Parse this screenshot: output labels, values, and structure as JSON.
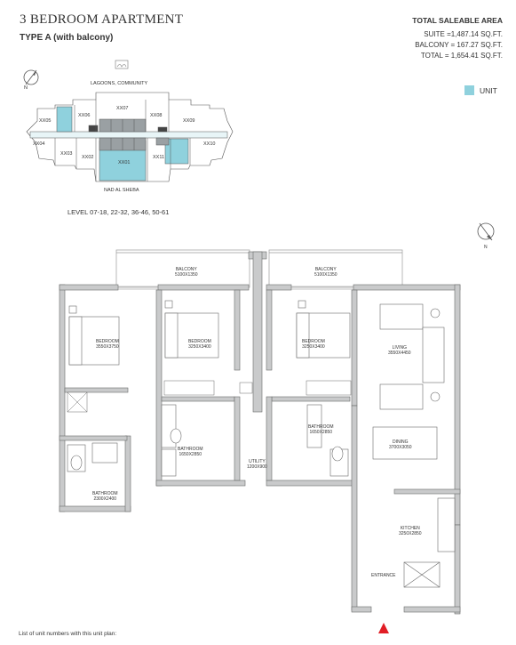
{
  "header": {
    "title": "3 BEDROOM APARTMENT",
    "subtitle": "TYPE A (with balcony)"
  },
  "area": {
    "heading": "TOTAL SALEABLE AREA",
    "suite": "SUITE =1,487.14 SQ.FT.",
    "balcony": "BALCONY = 167.27 SQ.FT.",
    "total": "TOTAL = 1,654.41 SQ.FT."
  },
  "legend": {
    "unit_label": "UNIT",
    "unit_color": "#8fd1dd"
  },
  "keyplan": {
    "top_label": "LAGOONS, COMMUNITY",
    "bottom_label": "NAD AL SHEBA",
    "units": [
      "XX05",
      "XX06",
      "XX07",
      "XX08",
      "XX09",
      "XX04",
      "XX03",
      "XX02",
      "XX01",
      "XX11",
      "XX10"
    ],
    "levels": "LEVEL 07-18, 22-32, 36-46, 50-61",
    "compass_n": "N"
  },
  "plan": {
    "compass_n": "N",
    "balcony_1": {
      "name": "BALCONY",
      "size": "5100X1350"
    },
    "balcony_2": {
      "name": "BALCONY",
      "size": "5100X1350"
    },
    "bedroom_1": {
      "name": "BEDROOM",
      "size": "3550X3750"
    },
    "bedroom_2": {
      "name": "BEDROOM",
      "size": "3250X3400"
    },
    "bedroom_3": {
      "name": "BEDROOM",
      "size": "3250X3400"
    },
    "living": {
      "name": "LIVING",
      "size": "3550X4450"
    },
    "dining": {
      "name": "DINING",
      "size": "3700X3050"
    },
    "bathroom_1": {
      "name": "BATHROOM",
      "size": "2300X2400"
    },
    "bathroom_2": {
      "name": "BATHROOM",
      "size": "1650X2850"
    },
    "bathroom_3": {
      "name": "BATHROOM",
      "size": "1650X2850"
    },
    "utility": {
      "name": "UTILITY",
      "size": "1200X900"
    },
    "kitchen": {
      "name": "KITCHEN",
      "size": "3250X2850"
    },
    "entrance": "ENTRANCE"
  },
  "footer": {
    "note": "List of unit numbers with this unit plan:"
  }
}
